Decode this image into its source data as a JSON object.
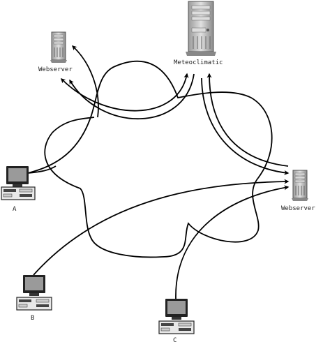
{
  "labels": {
    "webserver_left": "Webserver",
    "meteo": "Meteoclimatic",
    "webserver_right": "Webserver",
    "client_a": "A",
    "client_b": "B",
    "client_c": "C"
  },
  "colors": {
    "line": "#000000",
    "server_body": "#c8c8c8",
    "server_dark": "#7a7a7a",
    "monitor_screen": "#9a9a9a"
  },
  "icons": {
    "server": "server-tower-icon",
    "computer": "desktop-computer-icon"
  }
}
